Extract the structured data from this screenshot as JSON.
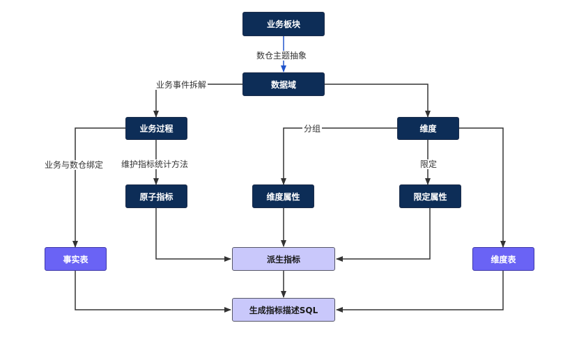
{
  "nodes": {
    "business_block": "业务板块",
    "data_domain": "数据域",
    "business_process": "业务过程",
    "dimension": "维度",
    "atomic_metric": "原子指标",
    "dimension_attribute": "维度属性",
    "qualifier_attribute": "限定属性",
    "fact_table": "事实表",
    "derived_metric": "派生指标",
    "dimension_table": "维度表",
    "generate_sql": "生成指标描述SQL"
  },
  "edge_labels": {
    "warehouse_theme_abstraction": "数仓主题抽象",
    "business_event_decomposition": "业务事件拆解",
    "grouping": "分组",
    "business_warehouse_binding": "业务与数仓绑定",
    "maintain_metric_stat_method": "维护指标统计方法",
    "qualify": "限定"
  },
  "colors": {
    "dark_node": "#0d2d57",
    "purple_node": "#6a63f5",
    "lavender_node": "#c9c8fb",
    "edge": "#333333",
    "highlight_edge": "#2255cc"
  }
}
